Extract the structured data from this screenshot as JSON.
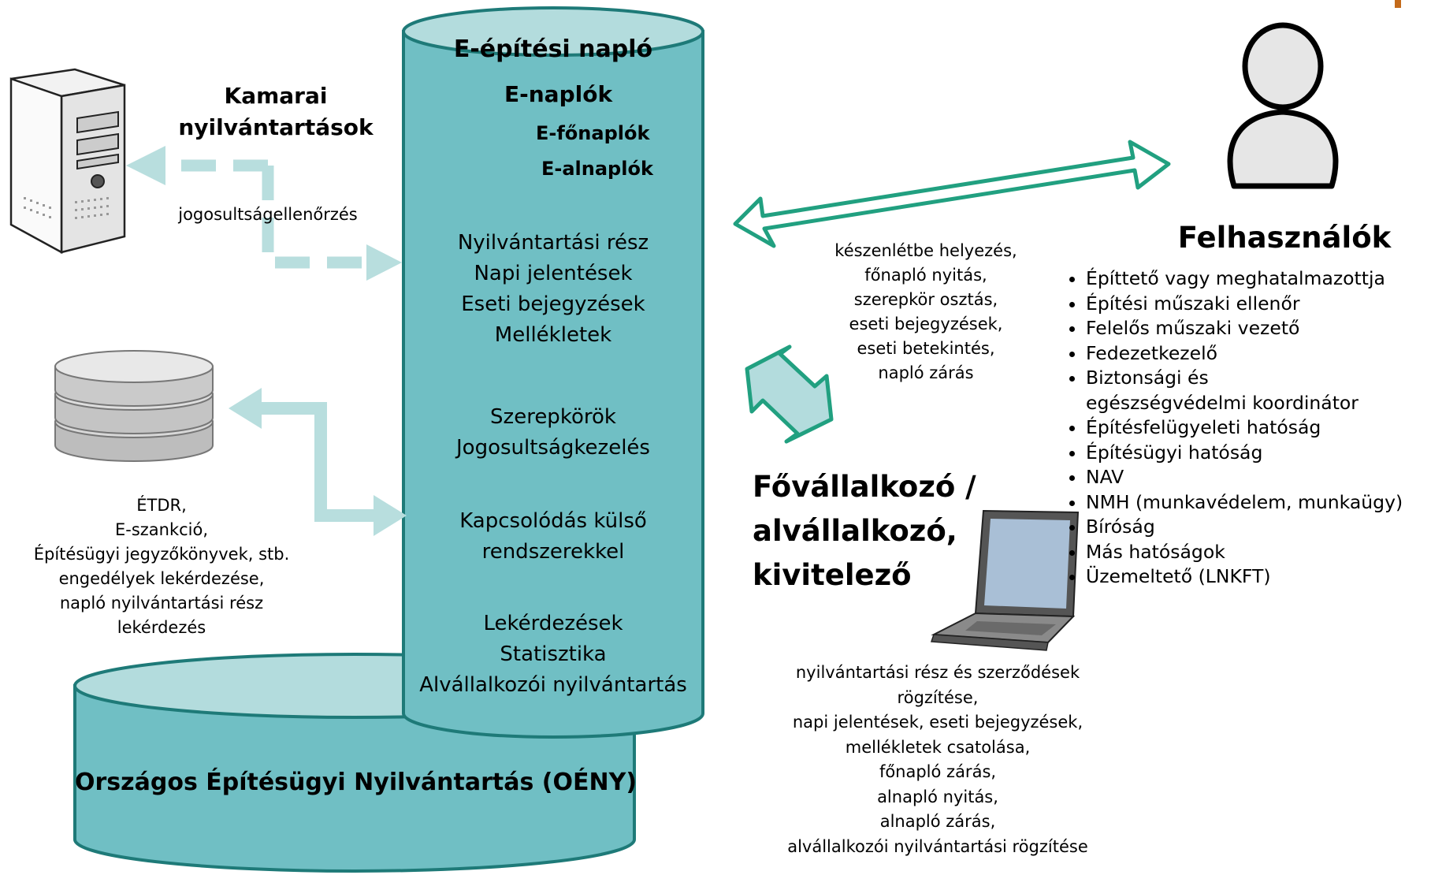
{
  "colors": {
    "teal": "#70bfc4",
    "teal_light": "#b3dcdd",
    "teal_dark": "#1e7a78",
    "green_arrow": "#21a080",
    "dashed_arrow": "#b8dede",
    "person": "#e6e6e6"
  },
  "icons": [
    "server-tower-icon",
    "database-stack-icon",
    "laptop-icon",
    "user-person-icon"
  ],
  "cylinder": {
    "title": "E-építési napló",
    "enaplok": "E-naplók",
    "efonaplok": "E-főnaplók",
    "ealnaplok": "E-alnaplók",
    "section1": [
      "Nyilvántartási rész",
      "Napi jelentések",
      "Eseti bejegyzések",
      "Mellékletek"
    ],
    "section2": [
      "Szerepkörök",
      "Jogosultságkezelés"
    ],
    "section3": [
      "Kapcsolódás külső",
      "rendszerekkel"
    ],
    "section4": [
      "Lekérdezések",
      "Statisztika",
      "Alvállalkozói nyilvántartás"
    ]
  },
  "base": {
    "title": "Országos Építésügyi Nyilvántartás (OÉNY)"
  },
  "kamarai": {
    "title_line1": "Kamarai",
    "title_line2": "nyilvántartások",
    "arrow_label": "jogosultságellenőrzés"
  },
  "external": {
    "lines": [
      "ÉTDR,",
      "E-szankció,",
      "Építésügyi jegyzőkönyvek, stb.",
      "engedélyek lekérdezése,",
      "napló nyilvántartási rész",
      "lekérdezés"
    ]
  },
  "users": {
    "title": "Felhasználók",
    "actions": [
      "készenlétbe helyezés,",
      "főnapló nyitás,",
      "szerepkör osztás,",
      "eseti bejegyzések,",
      "eseti betekintés,",
      "napló zárás"
    ],
    "list": [
      "Építtető vagy meghatalmazottja",
      "Építési műszaki ellenőr",
      "Felelős műszaki vezető",
      "Fedezetkezelő",
      "Biztonsági és egészségvédelmi koordinátor",
      "Építésfelügyeleti hatóság",
      "Építésügyi hatóság",
      "NAV",
      "NMH (munkavédelem, munkaügy)",
      "Bíróság",
      "Más hatóságok",
      "Üzemeltető (LNKFT)"
    ]
  },
  "contractor": {
    "title_lines": [
      "Fővállalkozó /",
      "alvállalkozó,",
      "kivitelező"
    ],
    "actions": [
      "nyilvántartási rész és szerződések",
      "rögzítése,",
      "napi jelentések, eseti bejegyzések,",
      "mellékletek csatolása,",
      "főnapló zárás,",
      "alnapló nyitás,",
      "alnapló zárás,",
      "alvállalkozói nyilvántartási rögzítése"
    ]
  }
}
